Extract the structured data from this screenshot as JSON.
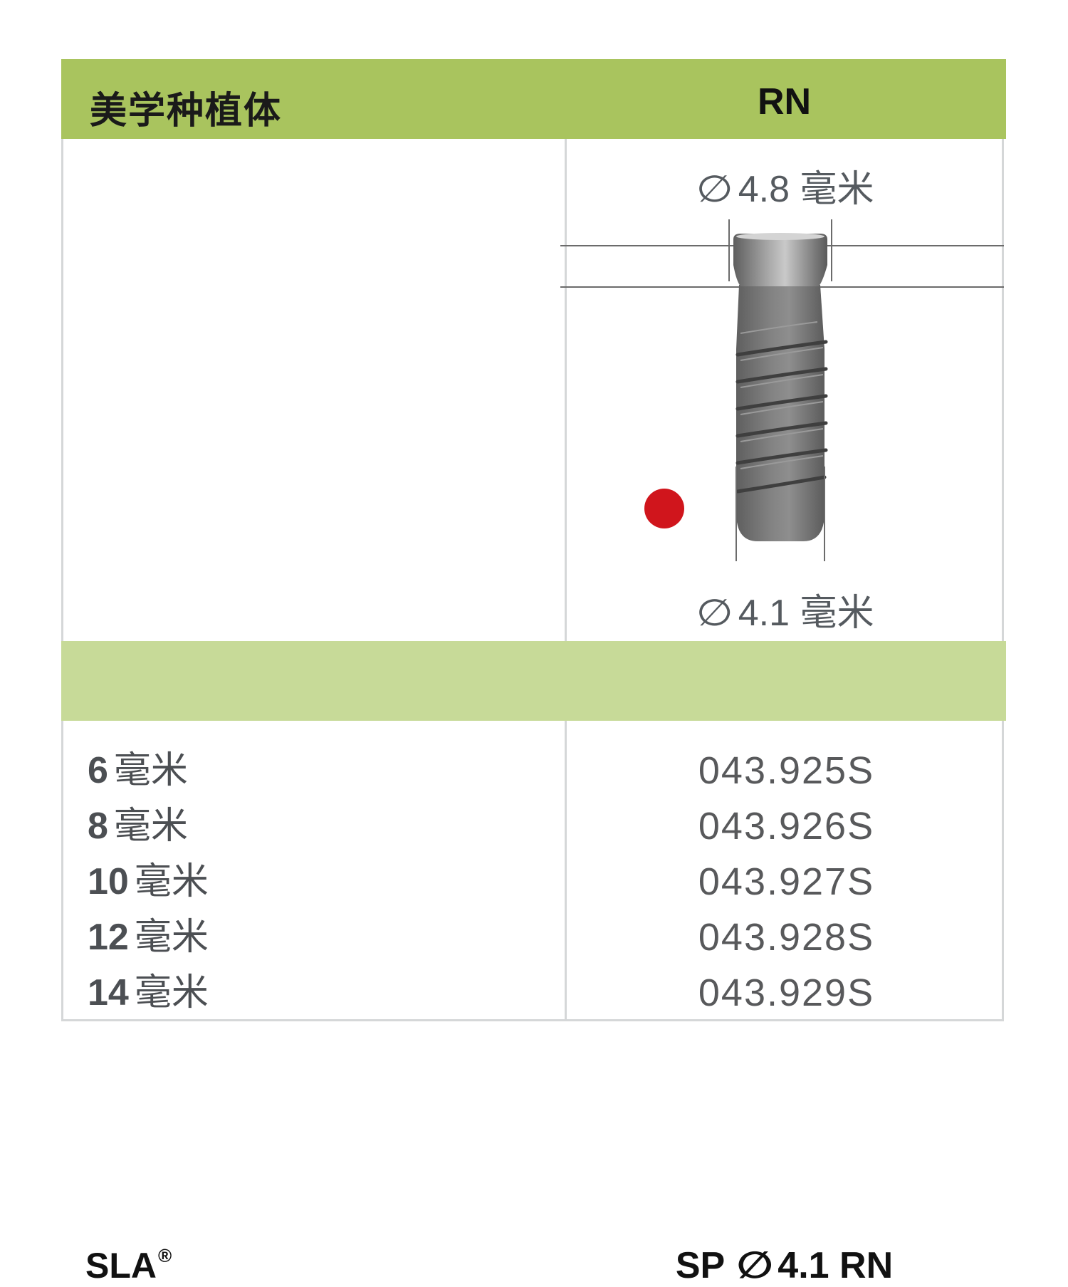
{
  "header": {
    "title": "美学种植体",
    "platform": "RN"
  },
  "implant": {
    "shoulder_diameter": "4.8 毫米",
    "body_diameter": "4.1 毫米",
    "diameter_symbol": "∅"
  },
  "subheader": {
    "surface": "SLA",
    "surface_mark": "®",
    "product_prefix": "SP",
    "product_diameter": "4.1 RN"
  },
  "lengths": [
    {
      "num": "6",
      "unit": "毫米"
    },
    {
      "num": "8",
      "unit": "毫米"
    },
    {
      "num": "10",
      "unit": "毫米"
    },
    {
      "num": "12",
      "unit": "毫米"
    },
    {
      "num": "14",
      "unit": "毫米"
    }
  ],
  "article_numbers": [
    "043.925S",
    "043.926S",
    "043.927S",
    "043.928S",
    "043.929S"
  ],
  "colors": {
    "header_green": "#a9c45e",
    "subheader_green": "#c7da98",
    "marker_red": "#d0151c",
    "implant_grey": "#737373",
    "border_grey": "#d5d7d8"
  }
}
